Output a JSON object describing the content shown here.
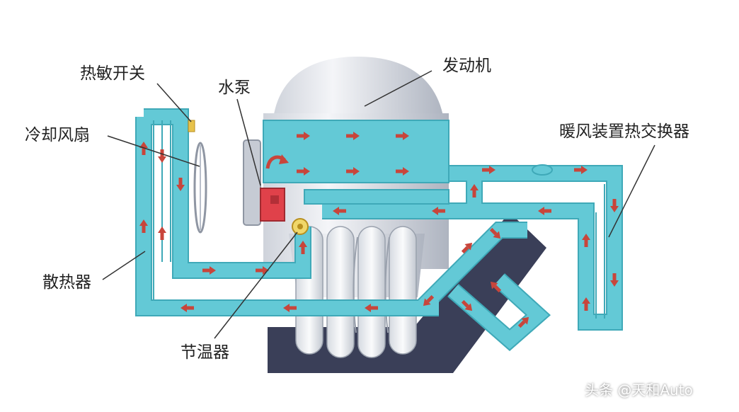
{
  "labels": {
    "thermo_switch": "热敏开关",
    "water_pump": "水泵",
    "engine": "发动机",
    "cooling_fan": "冷却风扇",
    "heater_core": "暖风装置热交换器",
    "radiator": "散热器",
    "thermostat": "节温器"
  },
  "watermark": "头条 @天和Auto",
  "colors": {
    "coolant": "#63c9d6",
    "coolant_edge": "#3fa9b8",
    "arrow": "#c8453b",
    "engine_light": "#e9ecf1",
    "engine_dark": "#b9bfca",
    "exhaust": "#3a3f58",
    "pump_red": "#e0414a",
    "leader": "#333333"
  }
}
